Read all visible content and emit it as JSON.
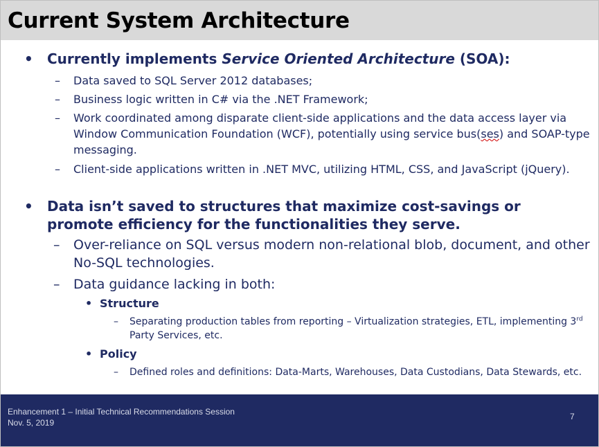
{
  "title": "Current System Architecture",
  "bullets": {
    "b1": {
      "text_before": "Currently implements ",
      "text_italic": "Service Oriented Architecture",
      "text_after": " (SOA):",
      "subs": [
        "Data saved to SQL Server 2012 databases;",
        "Business logic written in C# via the .NET Framework;",
        "Work coordinated among disparate client-side applications and the data access layer via Window Communication Foundation (WCF), potentially using service bus(",
        "ses",
        ") and SOAP-type messaging.",
        "Client-side applications written in .NET MVC, utilizing HTML, CSS, and JavaScript (jQuery)."
      ]
    },
    "b2": {
      "text": "Data isn’t saved to structures that maximize cost-savings or promote efficiency for the functionalities they serve.",
      "subs": [
        "Over-reliance on SQL versus modern non-relational blob, document, and other No-SQL technologies.",
        "Data guidance lacking in both:"
      ],
      "structure": {
        "label": "Structure",
        "detail_before": "Separating production tables from reporting – Virtualization strategies, ETL, implementing 3",
        "detail_sup": "rd",
        "detail_after": " Party Services, etc."
      },
      "policy": {
        "label": "Policy",
        "detail": "Defined roles and definitions: Data-Marts, Warehouses, Data Custodians, Data Stewards, etc."
      }
    }
  },
  "symbols": {
    "bullet": "•",
    "dash": "–"
  },
  "footer": {
    "line1": "Enhancement 1 – Initial Technical Recommendations Session",
    "line2": "Nov. 5, 2019",
    "page": "7"
  },
  "colors": {
    "navy": "#1f2a62",
    "title_bar": "#d9d9d9"
  }
}
